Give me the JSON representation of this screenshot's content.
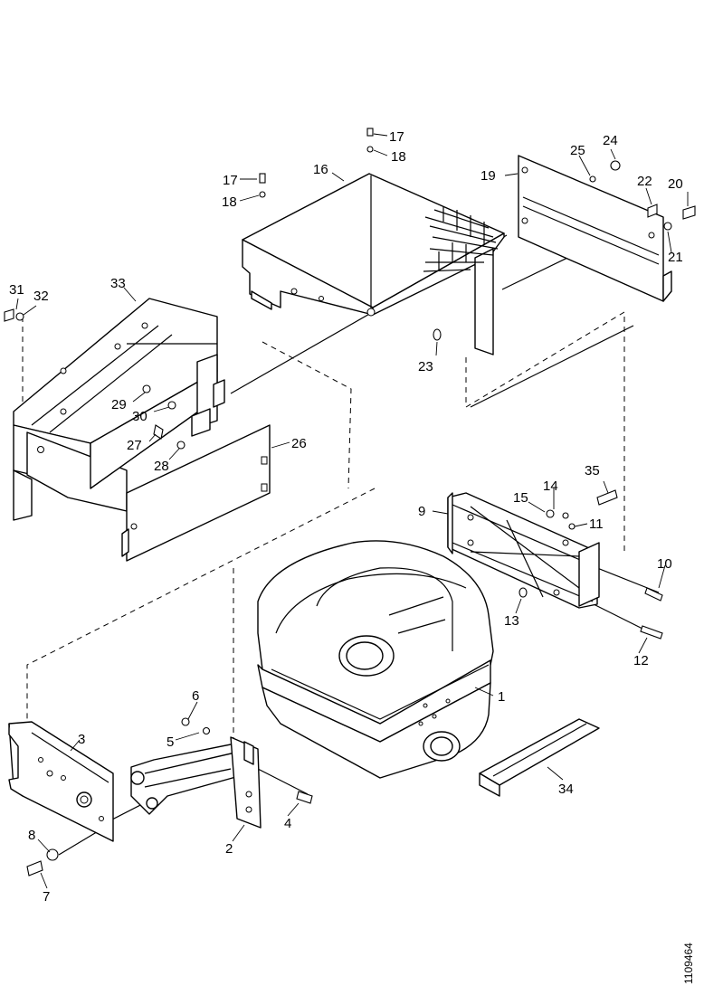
{
  "document_id": "1109464",
  "callouts": [
    "1",
    "2",
    "3",
    "4",
    "5",
    "6",
    "7",
    "8",
    "9",
    "10",
    "11",
    "12",
    "13",
    "14",
    "15",
    "16",
    "17",
    "18",
    "17",
    "18",
    "19",
    "20",
    "21",
    "22",
    "23",
    "24",
    "25",
    "26",
    "27",
    "28",
    "29",
    "30",
    "31",
    "32",
    "33",
    "34",
    "35"
  ]
}
